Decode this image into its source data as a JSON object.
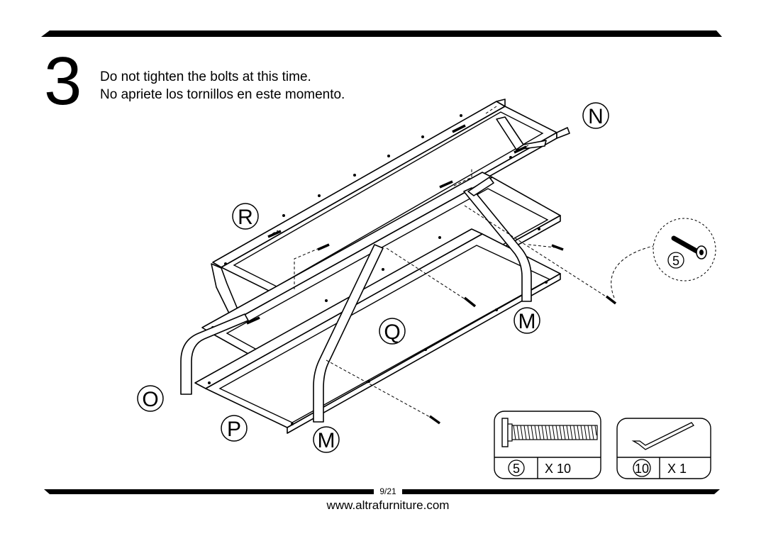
{
  "step": {
    "number": "3",
    "instruction_en": "Do not tighten the bolts at this time.",
    "instruction_es": "No apriete los tornillos en este momento."
  },
  "labels": {
    "N": "N",
    "R": "R",
    "Q": "Q",
    "M_right": "M",
    "M_bottom": "M",
    "O": "O",
    "P": "P"
  },
  "callout": {
    "part_number": "5"
  },
  "hardware": [
    {
      "part_number": "5",
      "quantity": "X 10",
      "icon": "bolt-icon"
    },
    {
      "part_number": "10",
      "quantity": "X 1",
      "icon": "allen-key-icon"
    }
  ],
  "footer": {
    "page": "9/21",
    "website": "www.altrafurniture.com"
  }
}
